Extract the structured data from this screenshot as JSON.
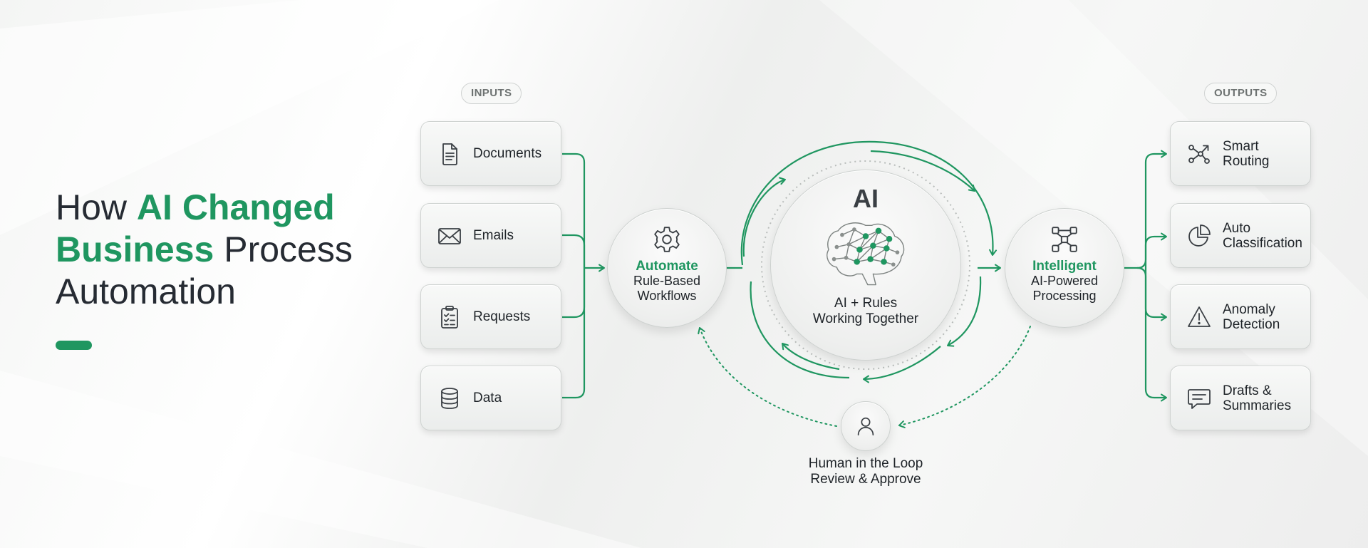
{
  "title": {
    "part1": "How ",
    "highlight1": "AI Changed",
    "highlight2": "Business",
    "part2": " Process",
    "part3": "Automation"
  },
  "inputs": {
    "label": "INPUTS",
    "items": [
      {
        "label": "Documents",
        "icon": "document-icon"
      },
      {
        "label": "Emails",
        "icon": "envelope-icon"
      },
      {
        "label": "Requests",
        "icon": "clipboard-checklist-icon"
      },
      {
        "label": "Data",
        "icon": "database-icon"
      }
    ]
  },
  "automate": {
    "icon": "gear-icon",
    "title": "Automate",
    "line1": "Rule-Based",
    "line2": "Workflows"
  },
  "ai_core": {
    "heading": "AI",
    "icon": "brain-network-icon",
    "line1": "AI + Rules",
    "line2": "Working Together"
  },
  "intelligent": {
    "icon": "network-nodes-icon",
    "title": "Intelligent",
    "line1": "AI-Powered",
    "line2": "Processing"
  },
  "human": {
    "icon": "person-icon",
    "line1": "Human in the Loop",
    "line2": "Review & Approve"
  },
  "outputs": {
    "label": "OUTPUTS",
    "items": [
      {
        "line1": "Smart",
        "line2": "Routing",
        "icon": "routing-icon"
      },
      {
        "line1": "Auto",
        "line2": "Classification",
        "icon": "pie-chart-icon"
      },
      {
        "line1": "Anomaly",
        "line2": "Detection",
        "icon": "warning-triangle-icon"
      },
      {
        "line1": "Drafts &",
        "line2": "Summaries",
        "icon": "chat-bubble-icon"
      }
    ]
  },
  "colors": {
    "accent": "#1f9660",
    "text": "#1e2328",
    "muted": "#6d7271",
    "card_border": "#cfd3d1"
  }
}
